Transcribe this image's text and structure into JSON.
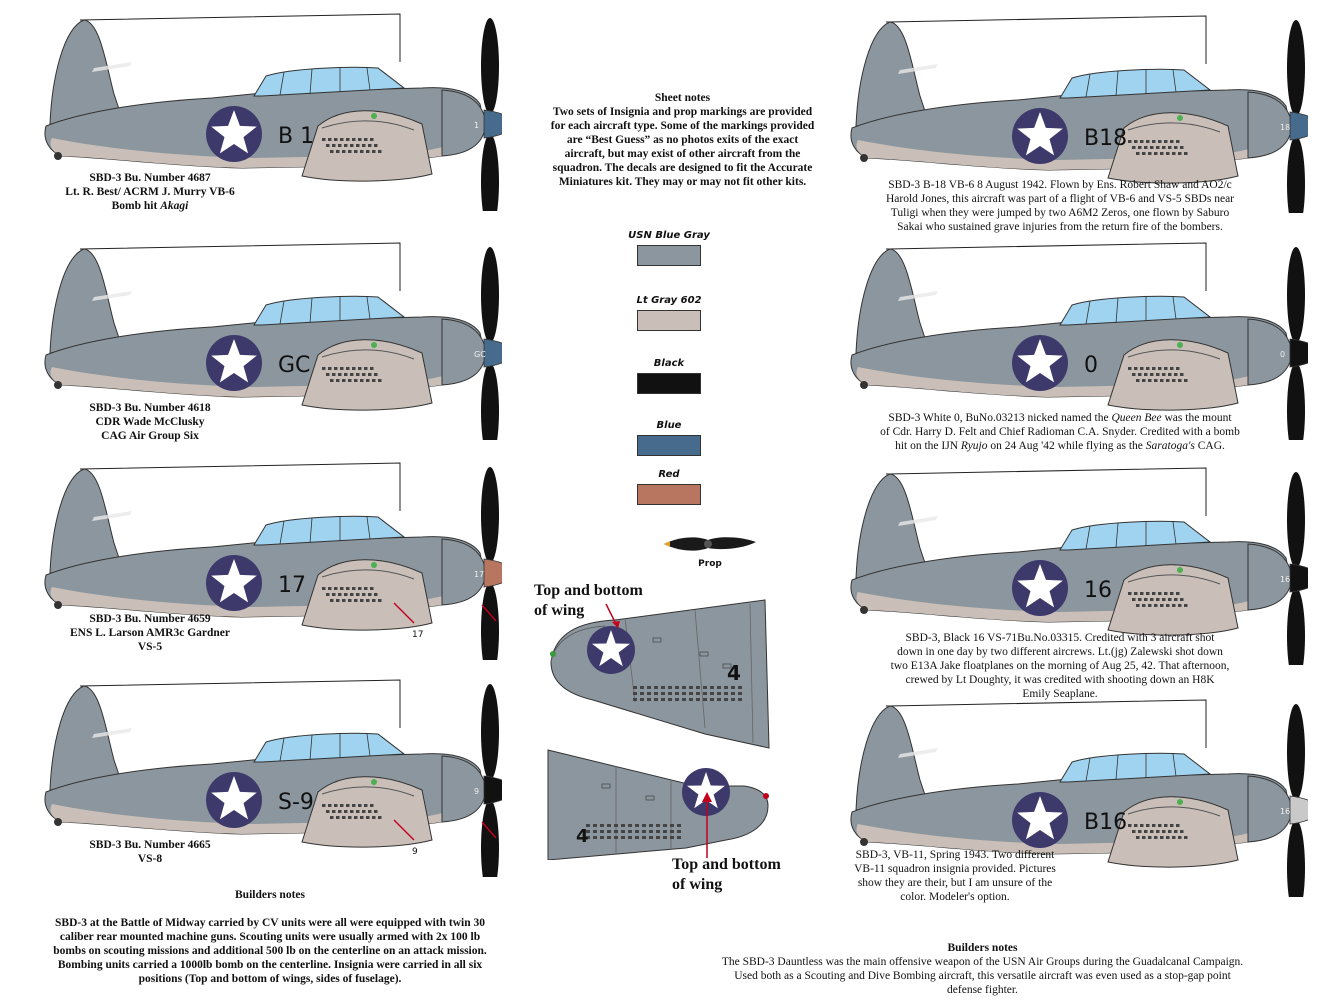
{
  "colors": {
    "usn_blue_gray": "#8c969e",
    "lt_gray": "#c9bfb8",
    "black": "#111111",
    "blue": "#466b8c",
    "red": "#b87560",
    "canopy": "#9fd3f0",
    "insignia_blue": "#3d3a6b"
  },
  "planes": [
    {
      "code": "B 1",
      "prop_code": "1",
      "spinner": "#466b8c"
    },
    {
      "code": "GC",
      "prop_code": "GC",
      "spinner": "#466b8c"
    },
    {
      "code": "17",
      "prop_code": "17",
      "spinner": "#b87560",
      "callout": "17"
    },
    {
      "code": "S-9",
      "prop_code": "9",
      "spinner": "#111111",
      "callout": "9"
    },
    {
      "code": "B18",
      "prop_code": "18",
      "spinner": "#466b8c"
    },
    {
      "code": "0",
      "prop_code": "0",
      "spinner": "#111111"
    },
    {
      "code": "16",
      "prop_code": "16",
      "spinner": "#111111"
    },
    {
      "code": "B16",
      "prop_code": "16",
      "spinner": "#c9c9c9"
    }
  ],
  "captions": {
    "p1": [
      "SBD-3 Bu. Number 4687",
      "Lt. R. Best/ ACRM J. Murry  VB-6",
      "Bomb hit "
    ],
    "p1_italic": "Akagi",
    "p2": [
      "SBD-3 Bu. Number 4618",
      "CDR Wade McClusky",
      "CAG Air Group Six"
    ],
    "p3": [
      "SBD-3 Bu. Number 4659",
      "ENS L. Larson AMR3c Gardner",
      "VS-5"
    ],
    "p4": [
      "SBD-3 Bu. Number 4665",
      "VS-8"
    ],
    "p5": [
      "SBD-3 B-18 VB-6 8 August 1942. Flown by Ens. Robert Shaw and AO2/c",
      "Harold Jones, this aircraft was part of a flight of VB-6 and VS-5 SBDs near",
      "Tuligi when they were jumped by two A6M2 Zeros, one flown by Saburo",
      "Sakai who sustained grave injuries from the return fire of the bombers."
    ],
    "p6_l1a": "SBD-3 White 0, BuNo.03213  nicked named the ",
    "p6_l1i": "Queen Bee",
    "p6_l1b": " was the mount",
    "p6_l2": "of Cdr. Harry D. Felt and Chief Radioman C.A. Snyder. Credited with a bomb",
    "p6_l3a": "hit on the IJN ",
    "p6_l3i": "Ryujo",
    "p6_l3b": " on 24 Aug '42 while flying as the ",
    "p6_l3i2": "Saratoga's",
    "p6_l3c": " CAG.",
    "p7": [
      "SBD-3, Black 16 VS-71Bu.No.03315. Credited with 3 aircraft shot",
      "down in one day by two different aircrews. Lt.(jg) Zalewski shot down",
      "two E13A Jake floatplanes on the morning of Aug 25, 42. That afternoon,",
      "crewed by Lt Doughty, it was credited with shooting down an H8K",
      "Emily Seaplane."
    ],
    "p8": [
      "SBD-3, VB-11, Spring 1943. Two different",
      "VB-11 squadron insignia provided. Pictures",
      "show they are their, but I am unsure of the",
      "color. Modeler's option."
    ]
  },
  "sheet_notes": {
    "title": "Sheet notes",
    "lines": [
      "Two sets  of Insignia and prop markings are provided",
      "for each aircraft type.   Some of the markings provided",
      "are “Best Guess” as no photos exits of the exact",
      "aircraft, but may exist of other aircraft from the",
      "squadron. The decals are designed to fit the Accurate",
      "Miniatures kit. They may or may not fit other kits."
    ]
  },
  "swatches": [
    {
      "label": "USN Blue Gray",
      "color": "#8c969e"
    },
    {
      "label": "Lt Gray 602",
      "color": "#c9bfb8"
    },
    {
      "label": "Black",
      "color": "#111111"
    },
    {
      "label": "Blue",
      "color": "#466b8c"
    },
    {
      "label": "Red",
      "color": "#b87560"
    }
  ],
  "prop_label": "Prop",
  "wing_top": {
    "title": [
      "Top and bottom",
      "of wing"
    ],
    "code": "4"
  },
  "wing_bottom": {
    "title": [
      "Top and bottom",
      "of wing"
    ],
    "code": "4"
  },
  "builders_left": {
    "title": "Builders notes",
    "lines": [
      "SBD-3 at the Battle of Midway carried by CV units were  all were equipped with twin 30",
      "caliber rear mounted machine guns. Scouting units were usually armed with 2x 100 lb",
      "bombs on scouting missions and additional 500 lb on the centerline on an attack mission.",
      "Bombing units carried a 1000lb bomb on the centerline.  Insignia were carried in all six",
      "positions (Top and bottom of wings, sides of fuselage)."
    ]
  },
  "builders_right": {
    "title": "Builders notes",
    "lines": [
      "The SBD-3 Dauntless  was the main offensive weapon of the USN Air Groups during the Guadalcanal Campaign.",
      "Used both as a Scouting and Dive Bombing aircraft, this versatile aircraft was even used as a stop-gap point",
      "defense fighter."
    ]
  }
}
